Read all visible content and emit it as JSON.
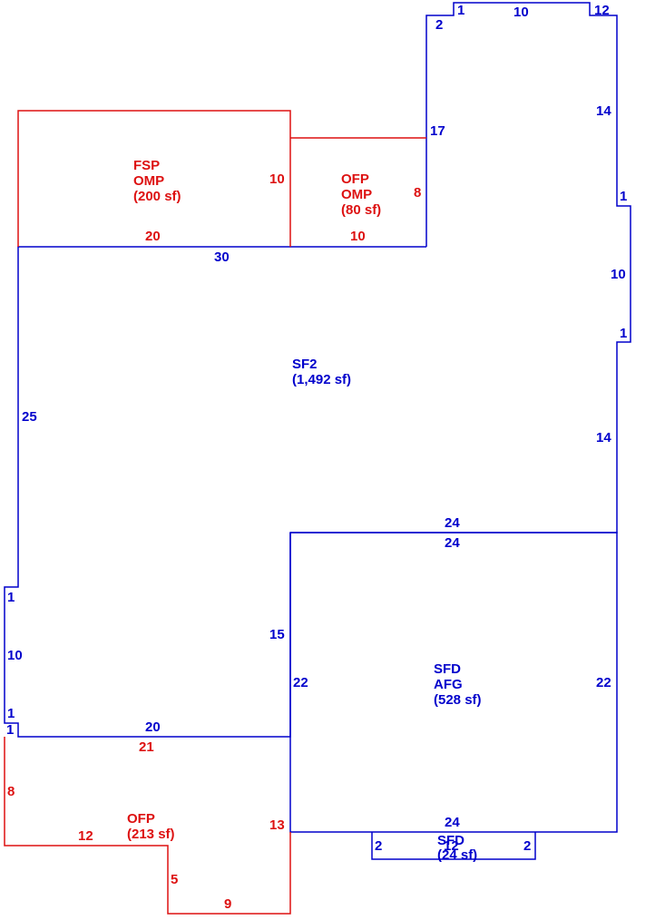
{
  "areas": {
    "sf2": {
      "code": "SF2",
      "area": "(1,492 sf)"
    },
    "sfd": {
      "code": "SFD",
      "sub": "AFG",
      "area": "(528 sf)"
    },
    "fsp": {
      "code": "FSP",
      "sub": "OMP",
      "area": "(200 sf)"
    },
    "ofp_top": {
      "code": "OFP",
      "sub": "OMP",
      "area": "(80 sf)"
    },
    "ofp_bottom": {
      "code": "OFP",
      "area": "(213 sf)"
    },
    "sfd_small": {
      "code": "SFD",
      "area": "(24 sf)"
    }
  },
  "dimensions": {
    "sf2_top_notch_left": "2",
    "sf2_top_notch_a": "1",
    "sf2_top": "10",
    "sf2_top_notch_b": "12",
    "sf2_right_upper": "14",
    "sf2_bump_a": "1",
    "sf2_bump_len": "10",
    "sf2_bump_b": "1",
    "sf2_right_lower": "14",
    "sf2_left_upper_vertical": "17",
    "sf2_porch_base": "30",
    "sf2_left": "25",
    "sf2_step_a": "1",
    "sf2_step_len": "10",
    "sf2_step_b": "1",
    "sf2_step_c": "1",
    "sf2_bottom": "20",
    "sf2_inner_vertical": "15",
    "sf2_mid": "24",
    "sfd_top": "24",
    "sfd_left": "22",
    "sfd_right": "22",
    "sfd_bottom": "24",
    "sfd_small_left": "2",
    "sfd_small_mid": "12",
    "sfd_small_right": "2",
    "fsp_bottom": "20",
    "fsp_right": "10",
    "ofp_top_bottom": "10",
    "ofp_top_right": "8",
    "ofp_bottom_top": "21",
    "ofp_bottom_left": "8",
    "ofp_bottom_step": "12",
    "ofp_bottom_right": "13",
    "ofp_bottom_step_v": "5",
    "ofp_bottom_base": "9"
  },
  "colors": {
    "living": "#0000cc",
    "porch": "#dd1111"
  }
}
